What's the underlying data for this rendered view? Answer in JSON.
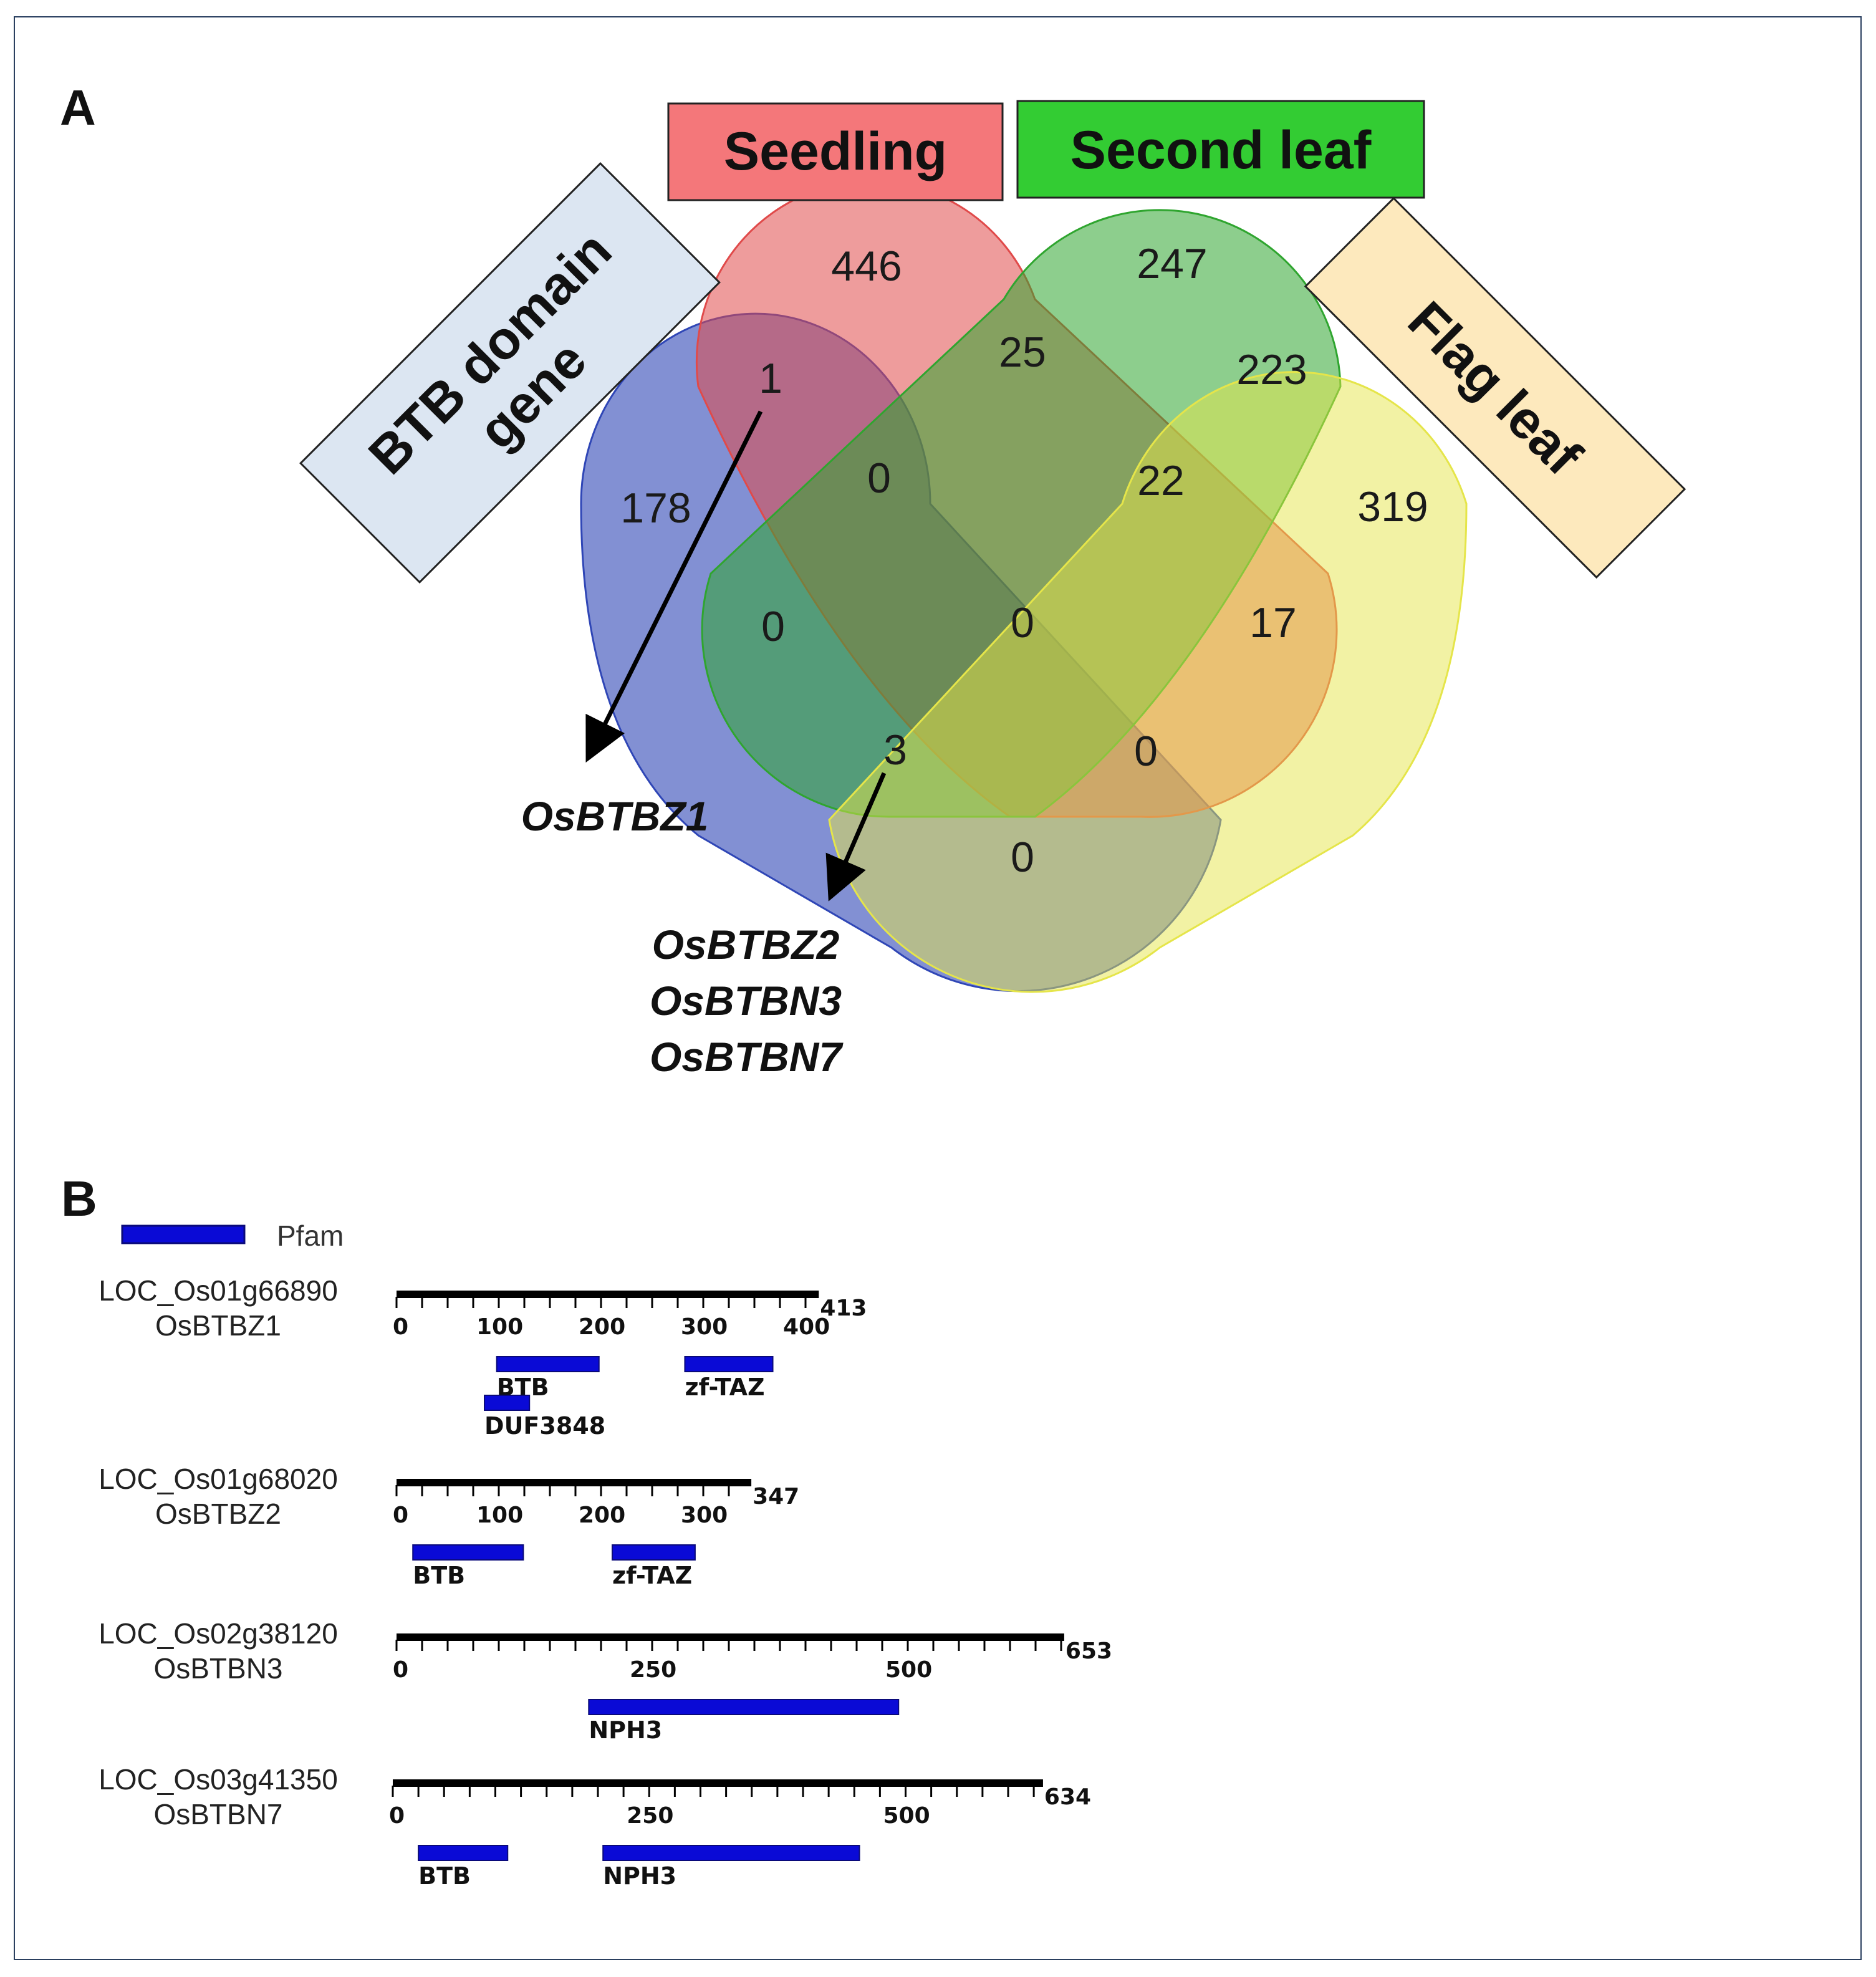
{
  "panel_a": {
    "letter": "A",
    "sets": {
      "btb": {
        "label_line1": "BTB domain",
        "label_line2": "gene",
        "color": "#2f46b6",
        "box_color": "#dce6f2"
      },
      "seedling": {
        "label": "Seedling",
        "color": "#e04a4a",
        "box_color": "#f4777a"
      },
      "second_leaf": {
        "label": "Second leaf",
        "color": "#2fa52f",
        "box_color": "#33cc33"
      },
      "flag_leaf": {
        "label": "Flag leaf",
        "color": "#e5e54a",
        "box_color": "#fde9bd"
      }
    },
    "counts": {
      "seedling_only": "446",
      "second_leaf_only": "247",
      "btb_only": "178",
      "flag_leaf_only": "319",
      "btb_seedling": "1",
      "seedling_second": "25",
      "second_flag": "223",
      "btb_seedling_second": "0",
      "seedling_second_flag": "22",
      "btb_second": "0",
      "all_four": "0",
      "seedling_flag": "17",
      "btb_second_flag": "3",
      "btb_seedling_flag": "0",
      "btb_flag": "0"
    },
    "callouts": {
      "first": [
        "OsBTBZ1"
      ],
      "second": [
        "OsBTBZ2",
        "OsBTBN3",
        "OsBTBN7"
      ]
    }
  },
  "panel_b": {
    "letter": "B",
    "legend_label": "Pfam",
    "domain_color": "#0a0ad6",
    "genes": [
      {
        "locus": "LOC_Os01g66890",
        "name": "OsBTBZ1",
        "length": 413,
        "length_label": "413",
        "tick_labels": [
          {
            "v": 0,
            "t": "0"
          },
          {
            "v": 100,
            "t": "100"
          },
          {
            "v": 200,
            "t": "200"
          },
          {
            "v": 300,
            "t": "300"
          },
          {
            "v": 400,
            "t": "400"
          }
        ],
        "domains": [
          {
            "name": "BTB",
            "start": 98,
            "end": 198,
            "row": 0
          },
          {
            "name": "zf-TAZ",
            "start": 282,
            "end": 368,
            "row": 0
          },
          {
            "name": "DUF3848",
            "start": 86,
            "end": 130,
            "row": 1
          }
        ]
      },
      {
        "locus": "LOC_Os01g68020",
        "name": "OsBTBZ2",
        "length": 347,
        "length_label": "347",
        "tick_labels": [
          {
            "v": 0,
            "t": "0"
          },
          {
            "v": 100,
            "t": "100"
          },
          {
            "v": 200,
            "t": "200"
          },
          {
            "v": 300,
            "t": "300"
          }
        ],
        "domains": [
          {
            "name": "BTB",
            "start": 16,
            "end": 124,
            "row": 0
          },
          {
            "name": "zf-TAZ",
            "start": 211,
            "end": 292,
            "row": 0
          }
        ]
      },
      {
        "locus": "LOC_Os02g38120",
        "name": "OsBTBN3",
        "length": 653,
        "length_label": "653",
        "tick_labels": [
          {
            "v": 0,
            "t": "0"
          },
          {
            "v": 250,
            "t": "250"
          },
          {
            "v": 500,
            "t": "500"
          }
        ],
        "domains": [
          {
            "name": "NPH3",
            "start": 188,
            "end": 491,
            "row": 0
          }
        ]
      },
      {
        "locus": "LOC_Os03g41350",
        "name": "OsBTBN7",
        "length": 634,
        "length_label": "634",
        "tick_labels": [
          {
            "v": 0,
            "t": "0"
          },
          {
            "v": 250,
            "t": "250"
          },
          {
            "v": 500,
            "t": "500"
          }
        ],
        "domains": [
          {
            "name": "BTB",
            "start": 25,
            "end": 112,
            "row": 0
          },
          {
            "name": "NPH3",
            "start": 205,
            "end": 455,
            "row": 0
          }
        ]
      }
    ]
  }
}
